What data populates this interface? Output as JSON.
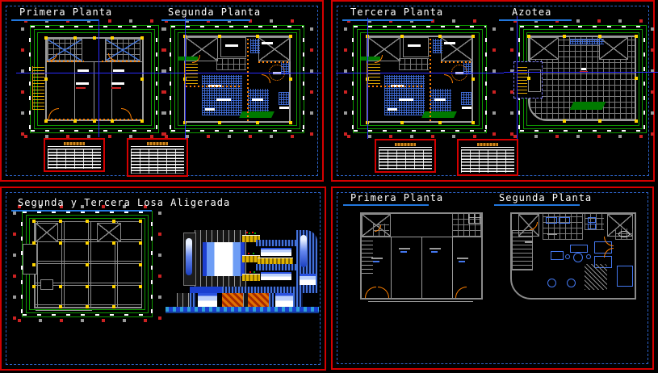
{
  "document": {
    "type": "architectural CAD drawing sheet set",
    "sheets": {
      "top_left": {
        "plan_titles": [
          "Primera Planta",
          "Segunda Planta"
        ]
      },
      "top_right": {
        "plan_titles": [
          "Tercera Planta",
          "Azotea"
        ]
      },
      "bottom_left": {
        "plan_titles": [
          "Segunda y Tercera Losa Aligerada"
        ]
      },
      "bottom_right": {
        "plan_titles": [
          "Primera Planta",
          "Segunda Planta"
        ]
      }
    },
    "schedule_tables": {
      "count": 4
    }
  },
  "colors": {
    "background": "#000000",
    "sheet_border": "#d40000",
    "inner_margin_border": "#2d63c8",
    "title_text": "#ffffff",
    "title_underline": "#2277dd",
    "dimension_lines": "#0e9b00",
    "axis_grid_lines": "#2b2bff",
    "walls": "#9a9a9a",
    "floor_hatch": "#406edc",
    "door_swings": "#ff8000",
    "column_nodes": "#ffd500",
    "stairs": "#e0a800",
    "vegetation": "#007a00",
    "facade_window": "#6d9df5",
    "facade_brick": "#e07000",
    "planters": "#e0b400"
  }
}
